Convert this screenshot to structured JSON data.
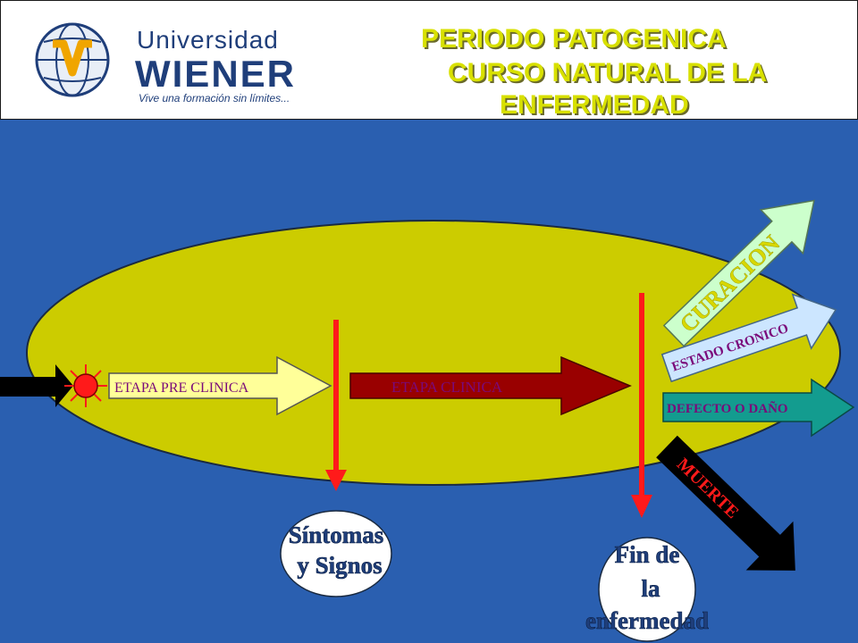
{
  "header": {
    "logo": {
      "line1": "Universidad",
      "line2": "WIENER",
      "tagline": "Vive una formación sin límites..."
    },
    "title_lines": [
      "PERIODO PATOGENICA",
      "CURSO NATURAL DE LA",
      "ENFERMEDAD"
    ]
  },
  "diagram": {
    "stage_preclinical": "ETAPA  PRE CLINICA",
    "stage_clinical": "ETAPA CLINICA",
    "outcome_cure": "CURACION",
    "outcome_chronic": "ESTADO CRONICO",
    "outcome_defect": "DEFECTO O DAÑO",
    "outcome_death": "MUERTE",
    "symptoms": [
      "Síntomas",
      "y Signos"
    ],
    "end": [
      "Fin de",
      "la",
      "enfermedad"
    ]
  },
  "colors": {
    "background": "#2a5fb0",
    "ellipse": "#cccc00",
    "preclinical_arrow": "#ffff99",
    "clinical_arrow": "#990000",
    "cure_arrow": "#ccffcc",
    "chronic_arrow": "#cce6ff",
    "defect_arrow": "#139c8f",
    "death_arrow": "#000000",
    "marker_line": "#ff1a1a",
    "title": "#d8e000"
  }
}
